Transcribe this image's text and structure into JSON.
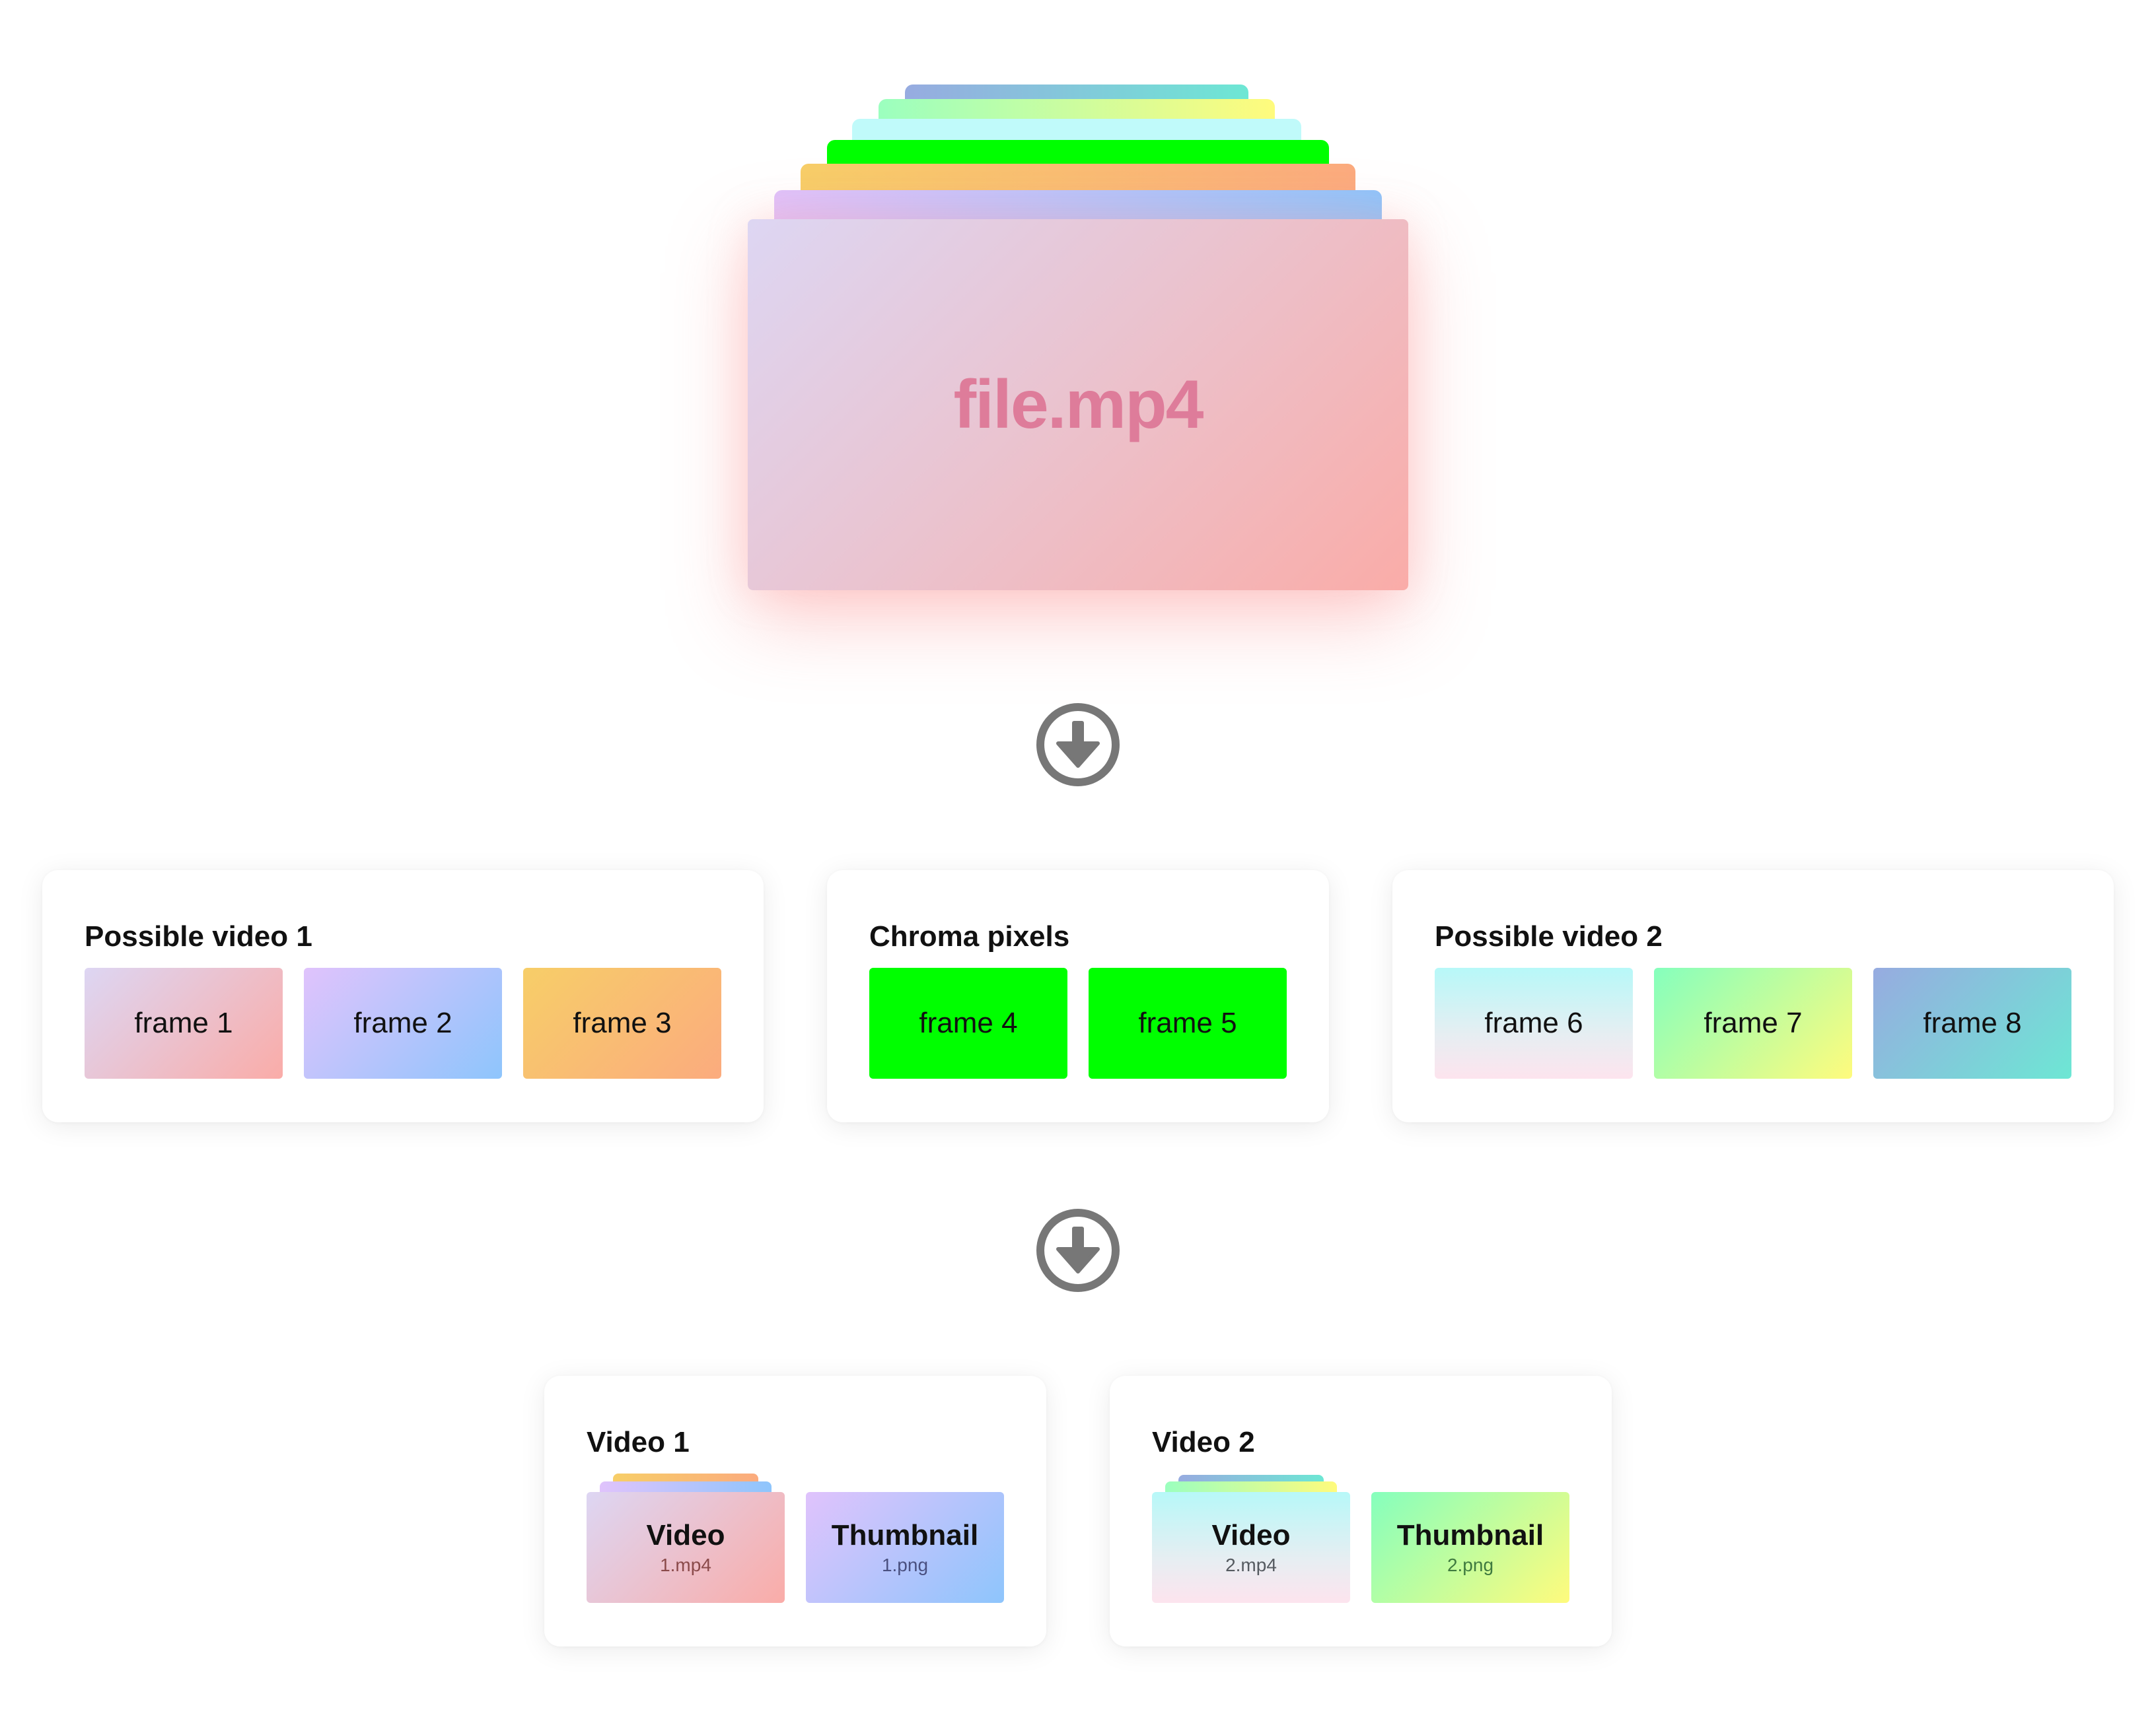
{
  "source_file": {
    "name": "file.mp4"
  },
  "stage1": {
    "cards": [
      {
        "title": "Possible video 1",
        "tiles": [
          "frame 1",
          "frame 2",
          "frame 3"
        ]
      },
      {
        "title": "Chroma pixels",
        "tiles": [
          "frame 4",
          "frame 5"
        ]
      },
      {
        "title": "Possible video 2",
        "tiles": [
          "frame 6",
          "frame 7",
          "frame 8"
        ]
      }
    ]
  },
  "stage2": {
    "cards": [
      {
        "title": "Video 1",
        "video": {
          "label": "Video",
          "file": "1.mp4"
        },
        "thumbnail": {
          "label": "Thumbnail",
          "file": "1.png"
        }
      },
      {
        "title": "Video 2",
        "video": {
          "label": "Video",
          "file": "2.mp4"
        },
        "thumbnail": {
          "label": "Thumbnail",
          "file": "2.png"
        }
      }
    ]
  },
  "icons": {
    "flow_arrow": "arrow-down-circle-icon"
  },
  "colors": {
    "chroma_green": "#00ff00",
    "arrow_gray": "#777777",
    "file_text": "#de7c9a"
  }
}
